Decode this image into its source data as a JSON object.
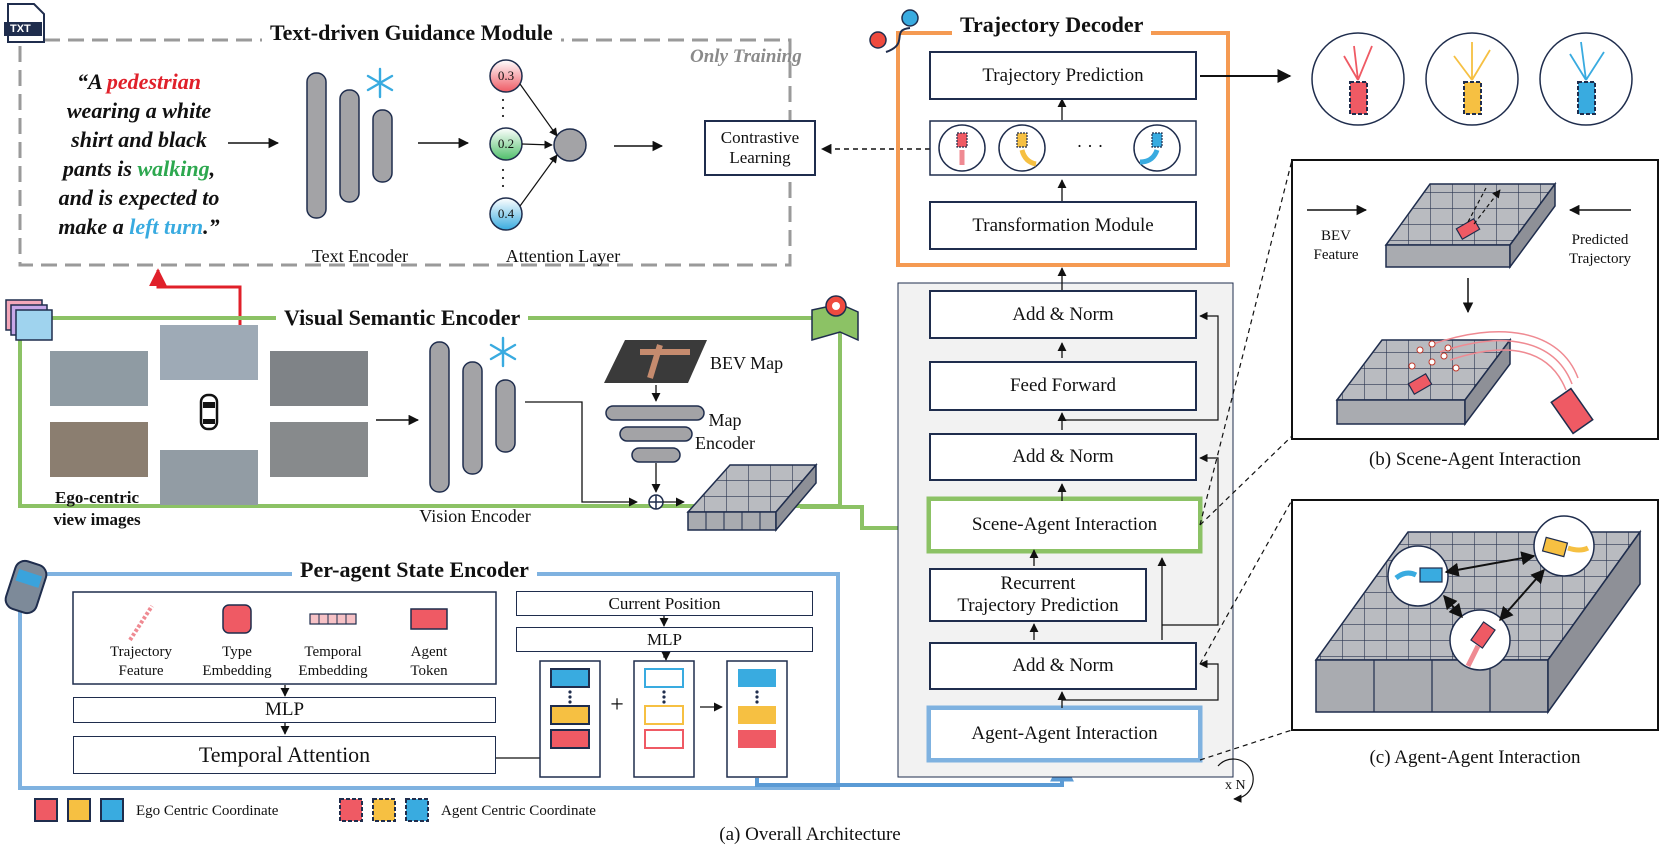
{
  "text_module": {
    "title": "Text-driven Guidance Module",
    "only_training": "Only Training",
    "file_icon": "TXT",
    "quote": {
      "q1": "“A ",
      "pedestrian": "pedestrian",
      "q2": "wearing a white",
      "q3": "shirt and black",
      "q4a": "pants is ",
      "walking": "walking",
      "q4b": ",",
      "q5": "and is expected to",
      "q6a": "make a ",
      "left_turn": "left turn",
      "q6b": ".”"
    },
    "text_encoder": "Text Encoder",
    "attention_layer": "Attention Layer",
    "att_values": [
      "0.3",
      "0.2",
      "0.4"
    ],
    "contrastive": [
      "Contrastive",
      "Learning"
    ]
  },
  "visual_encoder": {
    "title": "Visual Semantic Encoder",
    "ego_label": [
      "Ego-centric",
      "view images"
    ],
    "vision_encoder": "Vision Encoder",
    "bev_map": "BEV Map",
    "map_encoder": [
      "Map",
      "Encoder"
    ]
  },
  "state_encoder": {
    "title": "Per-agent State Encoder",
    "legend_items": [
      {
        "line1": "Trajectory",
        "line2": "Feature"
      },
      {
        "line1": "Type",
        "line2": "Embedding"
      },
      {
        "line1": "Temporal",
        "line2": "Embedding"
      },
      {
        "line1": "Agent",
        "line2": "Token"
      }
    ],
    "mlp_left": "MLP",
    "temporal_attention": "Temporal Attention",
    "current_position": "Current Position",
    "mlp_right": "MLP",
    "plus": "+"
  },
  "decoder": {
    "title": "Trajectory Decoder",
    "trajectory_prediction": "Trajectory Prediction",
    "dots": "· · ·",
    "transformation_module": "Transformation Module",
    "add_norm_top": "Add & Norm",
    "feed_forward": "Feed Forward",
    "add_norm_mid": "Add & Norm",
    "scene_agent": "Scene-Agent Interaction",
    "recurrent": [
      "Recurrent",
      "Trajectory Prediction"
    ],
    "add_norm_bottom": "Add & Norm",
    "agent_agent": "Agent-Agent Interaction",
    "xn": "x N"
  },
  "panels": {
    "bev_feature": [
      "BEV",
      "Feature"
    ],
    "predicted_trajectory": [
      "Predicted",
      "Trajectory"
    ],
    "caption_b": "(b) Scene-Agent Interaction",
    "caption_c": "(c) Agent-Agent Interaction"
  },
  "legend": {
    "ego": "Ego Centric Coordinate",
    "agent": "Agent Centric Coordinate"
  },
  "caption_a": "(a) Overall Architecture",
  "colors": {
    "red": "#ef5a64",
    "yellow": "#f6c042",
    "blue": "#39abe0",
    "green": "#8cc265",
    "orange": "#f59a52",
    "light_blue": "#7fb2e0",
    "navy": "#1f2d4d",
    "grey_bar": "#a3a3a6",
    "panel_bg": "#f2f2f2"
  }
}
